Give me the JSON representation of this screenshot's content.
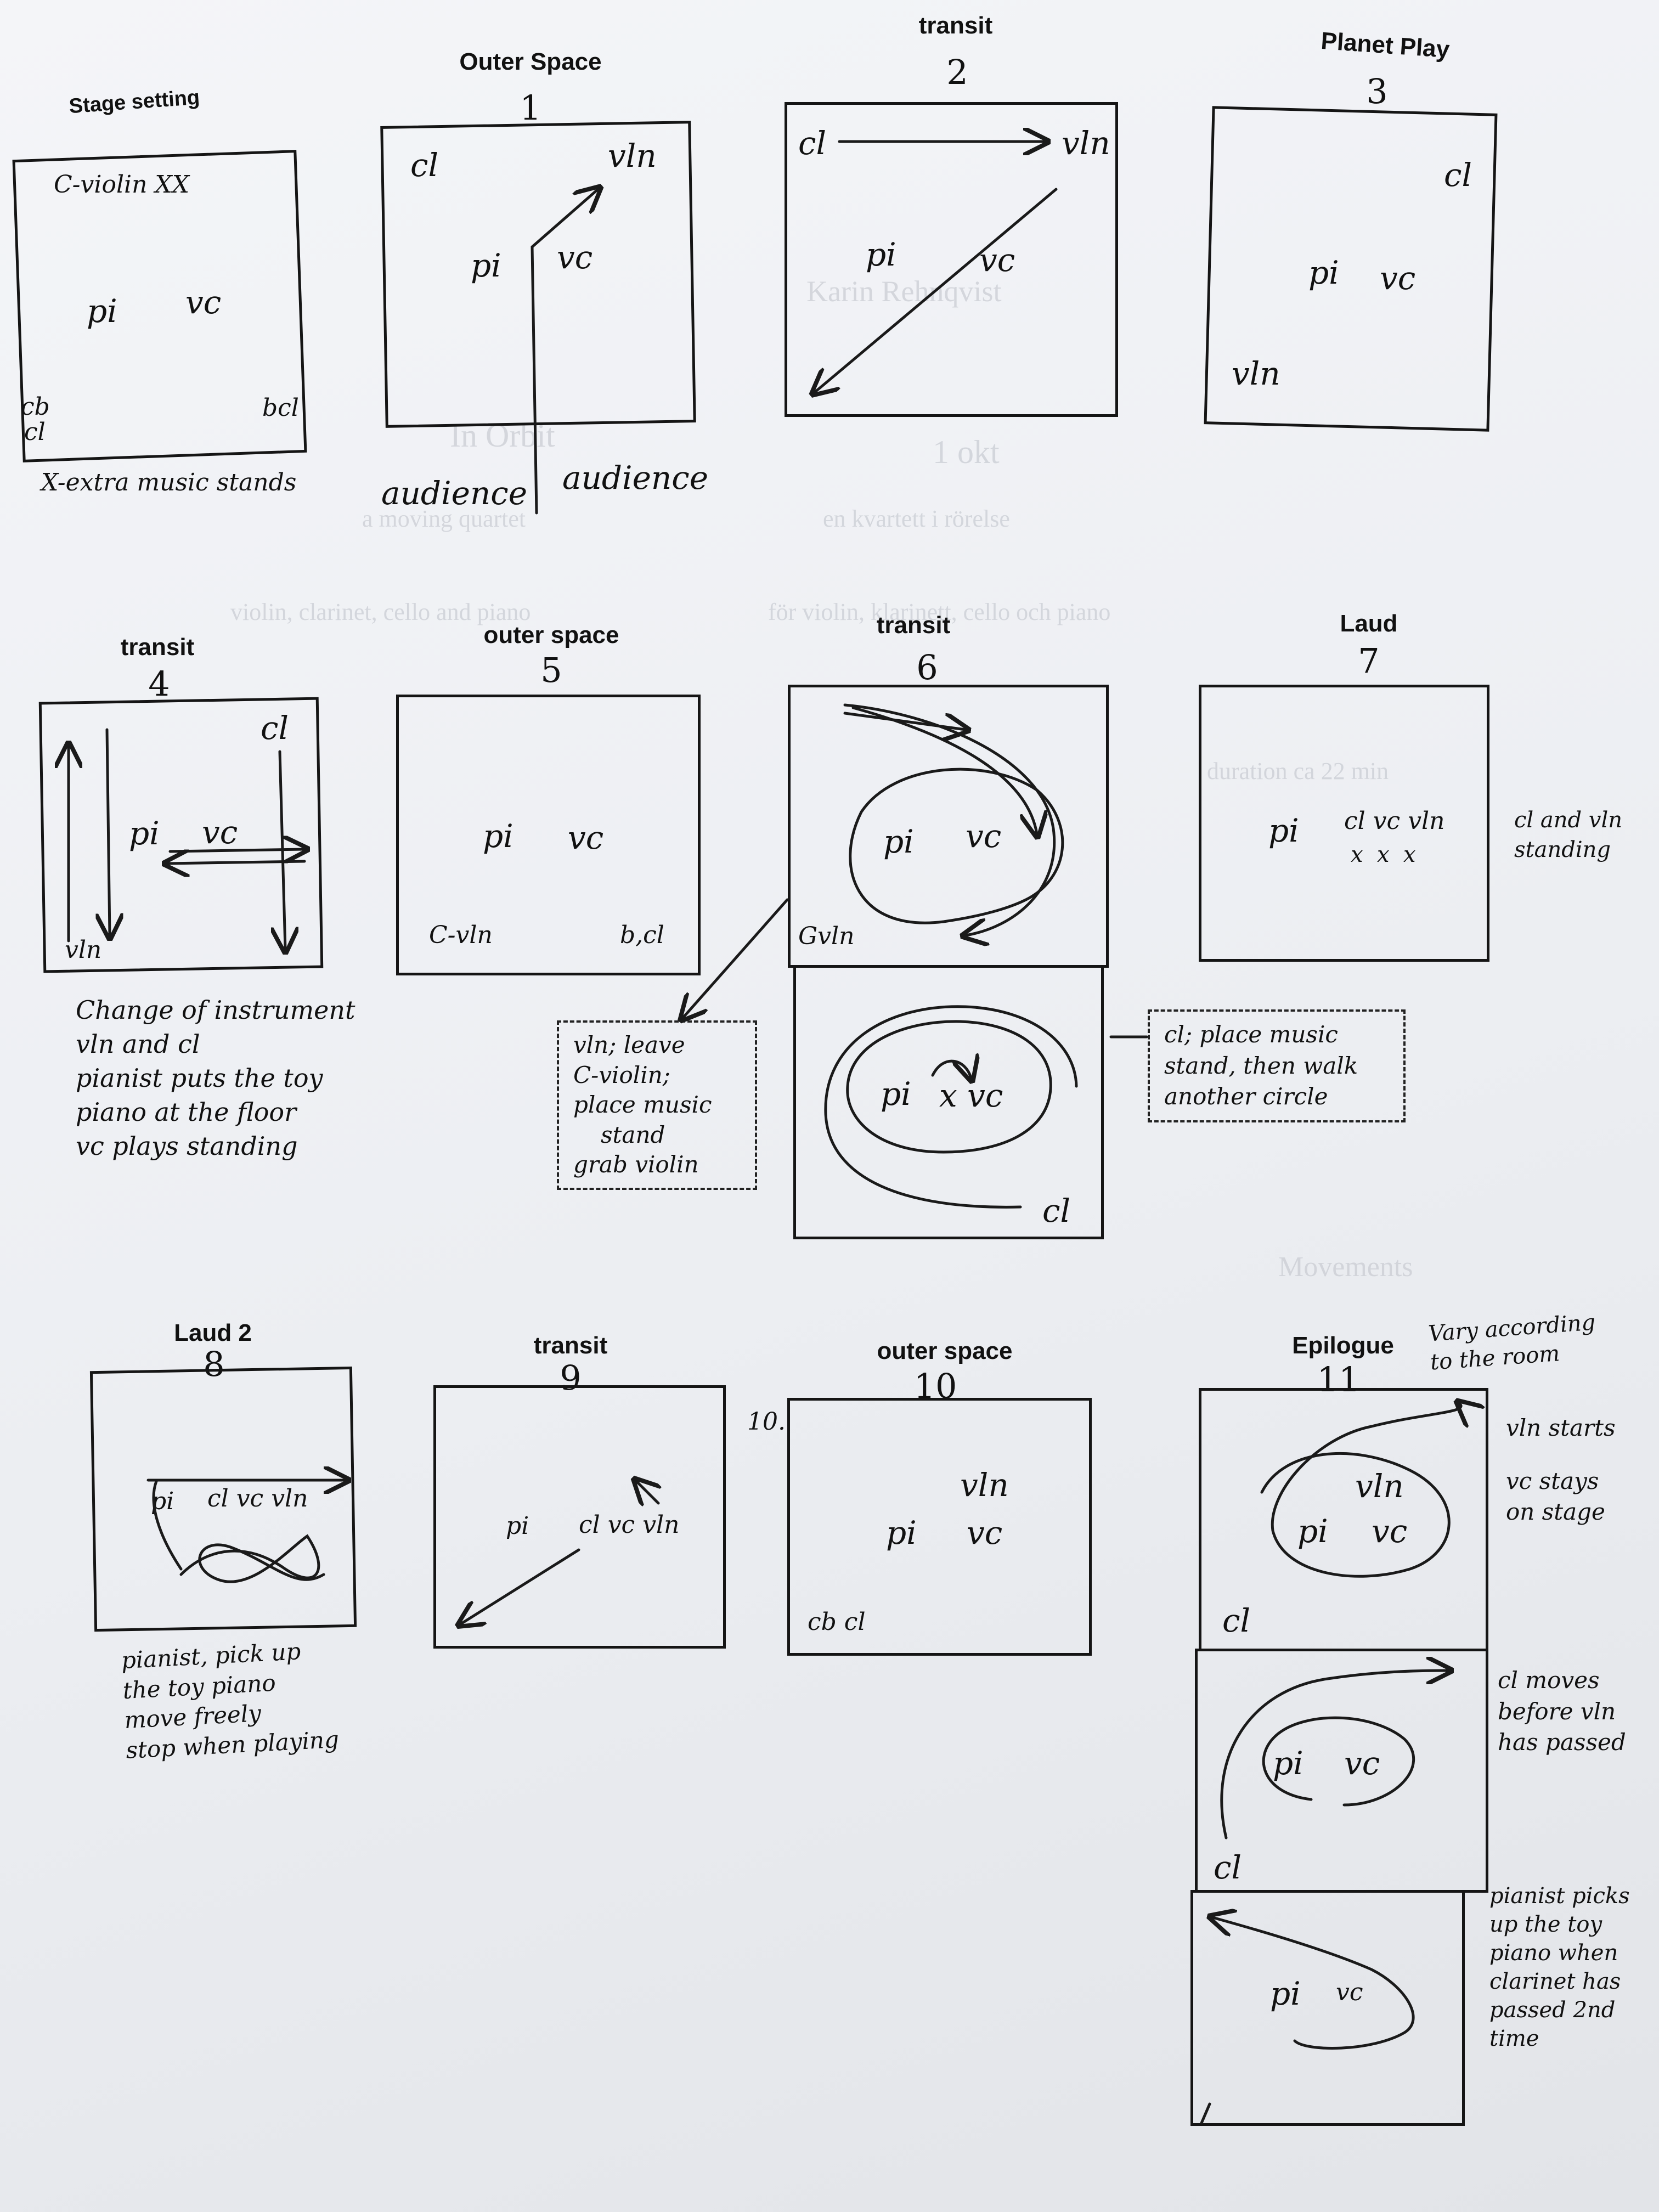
{
  "diagrams": {
    "stage": {
      "title": "Stage setting",
      "c_violin": "C-violin XX",
      "pi": "pi",
      "vc": "vc",
      "cb": "cb",
      "cl": "cl",
      "bcl": "bcl",
      "note": "X-extra music stands"
    },
    "d1": {
      "title": "Outer Space",
      "num": "1",
      "cl": "cl",
      "vln": "vln",
      "pi": "pi",
      "vc": "vc",
      "aud_left": "audience",
      "aud_right": "audience"
    },
    "d2": {
      "title": "transit",
      "num": "2",
      "cl": "cl",
      "vln": "vln",
      "pi": "pi",
      "vc": "vc"
    },
    "d3": {
      "title": "Planet Play",
      "num": "3",
      "cl": "cl",
      "pi": "pi",
      "vc": "vc",
      "vln": "vln"
    },
    "d4": {
      "title": "transit",
      "num": "4",
      "cl": "cl",
      "pi": "pi",
      "vc": "vc",
      "vln": "vln",
      "note": [
        "Change of instrument",
        "vln and cl",
        "pianist puts the toy",
        "piano at the floor",
        "vc plays standing"
      ]
    },
    "d5": {
      "title": "outer space",
      "num": "5",
      "pi": "pi",
      "vc": "vc",
      "cvln": "C-vln",
      "bcl": "b,cl"
    },
    "d6": {
      "title": "transit",
      "num": "6",
      "pi": "pi",
      "vc": "vc",
      "gvln": "Gvln",
      "pi2": "pi",
      "vc2": "x vc",
      "cl": "cl",
      "note_left": [
        "vln; leave",
        "C-violin;",
        "place music",
        "stand",
        "grab violin"
      ],
      "note_right": [
        "cl; place music",
        "stand, then walk",
        "another circle"
      ]
    },
    "d7": {
      "title": "Laud",
      "num": "7",
      "pi": "pi",
      "row": "cl vc vln",
      "marks": "x  x  x",
      "side_note": [
        "cl and vln",
        "standing"
      ]
    },
    "d8": {
      "title": "Laud 2",
      "num": "8",
      "pi": "pi",
      "row": "cl vc vln",
      "note": [
        "pianist, pick up",
        "the toy piano",
        "move freely",
        "stop when playing"
      ]
    },
    "d9": {
      "title": "transit",
      "num": "9",
      "pi": "pi",
      "row": "cl vc vln"
    },
    "d10": {
      "title": "outer space",
      "num": "10",
      "side": "10.",
      "vln": "vln",
      "pi": "pi",
      "vc": "vc",
      "cbcl": "cb cl"
    },
    "d11": {
      "title": "Epilogue",
      "num": "11",
      "top_note": [
        "Vary according",
        "to the room"
      ],
      "p1": {
        "vln": "vln",
        "pi": "pi",
        "vc": "vc",
        "cl": "cl",
        "note": [
          "vln starts",
          "vc stays",
          "on stage"
        ]
      },
      "p2": {
        "pi": "pi",
        "vc": "vc",
        "cl": "cl",
        "note": [
          "cl moves",
          "before vln",
          "has passed"
        ]
      },
      "p3": {
        "pi": "pi",
        "vc": "vc",
        "note": [
          "pianist picks",
          "up the toy",
          "piano when",
          "clarinet has",
          "passed 2nd",
          "time"
        ]
      }
    }
  },
  "show_through": [
    "Karin Rehnqvist",
    "In Orbit",
    "1 okt",
    "a moving quartet",
    "en kvartett i rörelse",
    "violin, clarinet, cello and piano",
    "för violin, klarinett, cello och piano",
    "duration ca 22 min",
    "Movements"
  ]
}
